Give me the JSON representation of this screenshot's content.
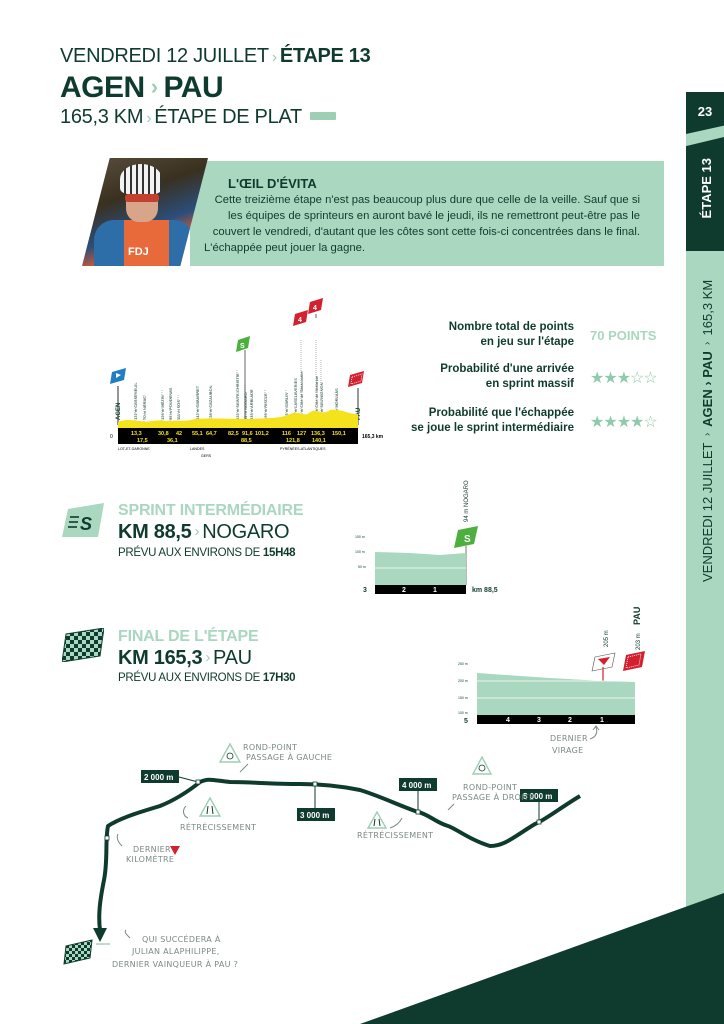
{
  "header": {
    "date": "VENDREDI 12 JUILLET",
    "stage": "ÉTAPE 13",
    "start": "AGEN",
    "finish": "PAU",
    "distance": "165,3 KM",
    "type": "ÉTAPE DE PLAT",
    "type_icon": "flat-stage-icon"
  },
  "side_tab": {
    "page_number": "23",
    "stage": "ÉTAPE 13",
    "date": "VENDREDI 12 JUILLET",
    "route": "AGEN › PAU",
    "distance": "165,3 KM"
  },
  "eye": {
    "title": "L'ŒIL D'ÉVITA",
    "text": "Cette treizième étape n'est pas beaucoup plus dure que celle de la veille. Sauf que si les équipes de sprinteurs en auront bavé le jeudi, ils ne remettront peut-être pas le couvert le vendredi, d'autant que les côtes sont cette fois-ci concentrées dans le final. L'échappée peut jouer la gagne."
  },
  "stats": [
    {
      "label_1": "Nombre total de points",
      "label_2": "en jeu sur l'étape",
      "value": "70 POINTS"
    },
    {
      "label_1": "Probabilité d'une arrivée",
      "label_2": "en sprint massif",
      "stars": "★★★☆☆",
      "rating": 3
    },
    {
      "label_1": "Probabilité que l'échappée",
      "label_2": "se joue le sprint intermédiaire",
      "stars": "★★★★☆",
      "rating": 4
    }
  ],
  "profile": {
    "start_label": "AGEN",
    "finish_label": "PAU",
    "total": "165,3 km",
    "km_top": [
      "0",
      "13,3",
      "30,8",
      "42",
      "55,1",
      "64,7",
      "82,5",
      "91,6",
      "101,2",
      "116",
      "127",
      "136,3",
      "150,1"
    ],
    "km_bottom": [
      "17,5",
      "36,1",
      "88,5",
      "121,8",
      "140,1"
    ],
    "departments": [
      "LOT-ET-GARONNE",
      "LANDES",
      "GERS",
      "PYRÉNÉES-ATLANTIQUES"
    ],
    "markers": [
      "S",
      "4",
      "4"
    ]
  },
  "sprint": {
    "title": "SPRINT INTERMÉDIAIRE",
    "km_label": "KM 88,5",
    "place": "NOGARO",
    "time_prefix": "PRÉVU AUX ENVIRONS DE",
    "time": "15H48",
    "chart_label": "94 m NOGARO",
    "y_ticks": [
      "150 m",
      "100 m",
      "50 m"
    ],
    "x_ticks": [
      "3",
      "2",
      "1"
    ],
    "km_end": "km 88,5",
    "icon_letter": "S"
  },
  "final": {
    "title": "FINAL DE L'ÉTAPE",
    "km_label": "KM 165,3",
    "place": "PAU",
    "time_prefix": "PRÉVU AUX ENVIRONS DE",
    "time": "17H30",
    "flamme_label": "205 m",
    "finish_alt": "203 m",
    "finish_place": "PAU",
    "y_ticks": [
      "250 m",
      "200 m",
      "150 m",
      "100 m"
    ],
    "x_ticks": [
      "5",
      "4",
      "3",
      "2",
      "1"
    ],
    "note": "DERNIER VIRAGE"
  },
  "map": {
    "dist_markers": [
      "2 000 m",
      "3 000 m",
      "4 000 m",
      "5 000 m"
    ],
    "annotations": {
      "roundabout_left_1": "ROND-POINT",
      "roundabout_left_2": "PASSAGE À GAUCHE",
      "narrowing_1": "RÉTRÉCISSEMENT",
      "narrowing_2": "RÉTRÉCISSEMENT",
      "roundabout_right_1": "ROND-POINT",
      "roundabout_right_2": "PASSAGE À DROITE",
      "last_km_1": "DERNIER",
      "last_km_2": "KILOMÈTRE",
      "question_1": "QUI SUCCÉDERA À",
      "question_2": "JULIAN ALAPHILIPPE,",
      "question_3": "DERNIER VAINQUEUR À PAU ?"
    }
  },
  "colors": {
    "dark_green": "#0f3b2e",
    "light_green": "#a9d7bf",
    "yellow": "#f4e21c",
    "red": "#d3202f",
    "sprint_green": "#4caf3e",
    "start_blue": "#1f7fc2"
  }
}
